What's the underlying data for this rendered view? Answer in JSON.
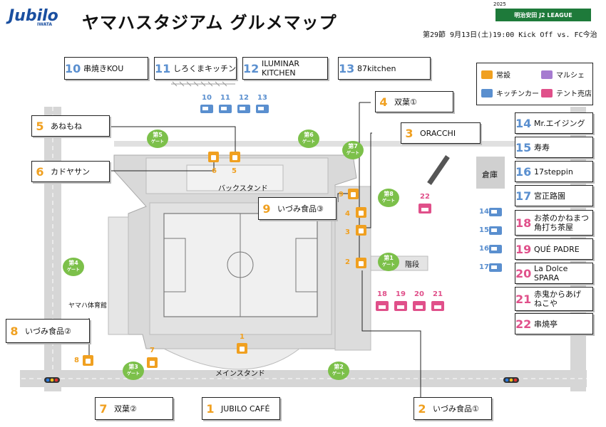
{
  "header": {
    "logo_text": "Jubilo",
    "logo_sub": "IWATA",
    "title": "ヤマハスタジアム グルメマップ",
    "league_year": "2025",
    "league_name": "明治安田 J2 LEAGUE",
    "match_info": "第29節 9月13日(土)19:00 Kick Off vs. FC今治"
  },
  "legend": {
    "items": [
      {
        "label": "常設",
        "icon": "permanent-stall-icon",
        "color": "#f0a020"
      },
      {
        "label": "マルシェ",
        "icon": "marche-icon",
        "color": "#a67bd0"
      },
      {
        "label": "キッチンカー",
        "icon": "kitchen-car-icon",
        "color": "#5a8fcf"
      },
      {
        "label": "テント売店",
        "icon": "tent-shop-icon",
        "color": "#e0508a"
      }
    ]
  },
  "map_labels": {
    "back_stand": "バックスタンド",
    "main_stand": "メインスタンド",
    "warehouse": "倉庫",
    "stairs": "階段",
    "gym": "ヤマハ体育館"
  },
  "gates": [
    {
      "num": "第1",
      "sub": "ゲート"
    },
    {
      "num": "第2",
      "sub": "ゲート"
    },
    {
      "num": "第3",
      "sub": "ゲート"
    },
    {
      "num": "第4",
      "sub": "ゲート"
    },
    {
      "num": "第5",
      "sub": "ゲート"
    },
    {
      "num": "第6",
      "sub": "ゲート"
    },
    {
      "num": "第7",
      "sub": "ゲート"
    },
    {
      "num": "第8",
      "sub": "ゲート"
    }
  ],
  "top_shops": [
    {
      "num": "10",
      "name": "串焼きKOU"
    },
    {
      "num": "11",
      "name": "しろくまキッチン"
    },
    {
      "num": "12",
      "name": "ILUMINAR\nKITCHEN"
    },
    {
      "num": "13",
      "name": "87kitchen"
    }
  ],
  "fixed_shops": [
    {
      "num": "4",
      "name": "双葉①"
    },
    {
      "num": "3",
      "name": "ORACCHI"
    },
    {
      "num": "5",
      "name": "あねもね"
    },
    {
      "num": "6",
      "name": "カドヤサン"
    },
    {
      "num": "9",
      "name": "いづみ食品③"
    },
    {
      "num": "8",
      "name": "いづみ食品②"
    }
  ],
  "right_shops": [
    {
      "num": "14",
      "name": "Mr.エイジング",
      "type": "b"
    },
    {
      "num": "15",
      "name": "寿寿",
      "type": "b"
    },
    {
      "num": "16",
      "name": "17steppin",
      "type": "b"
    },
    {
      "num": "17",
      "name": "宮正路園",
      "type": "b"
    },
    {
      "num": "18",
      "name": "お茶のかねまつ\n角打ち茶屋",
      "type": "p"
    },
    {
      "num": "19",
      "name": "QUÉ PADRE",
      "type": "p"
    },
    {
      "num": "20",
      "name": "La Dolce SPARA",
      "type": "p"
    },
    {
      "num": "21",
      "name": "赤鬼からあげ\nねこや",
      "type": "p"
    },
    {
      "num": "22",
      "name": "串焼亭",
      "type": "p"
    }
  ],
  "bottom_shops": [
    {
      "num": "7",
      "name": "双葉②"
    },
    {
      "num": "1",
      "name": "JUBILO CAFÉ"
    },
    {
      "num": "2",
      "name": "いづみ食品①"
    }
  ],
  "map_markers": {
    "top_cars": [
      "10",
      "11",
      "12",
      "13"
    ],
    "right_cars": [
      "14",
      "15",
      "16",
      "17"
    ],
    "tents": [
      "18",
      "19",
      "20",
      "21"
    ],
    "tent_22": "22",
    "stalls": {
      "s1": "1",
      "s2": "2",
      "s3": "3",
      "s4": "4",
      "s5": "5",
      "s6": "6",
      "s7": "7",
      "s8": "8",
      "s9": "9"
    }
  }
}
